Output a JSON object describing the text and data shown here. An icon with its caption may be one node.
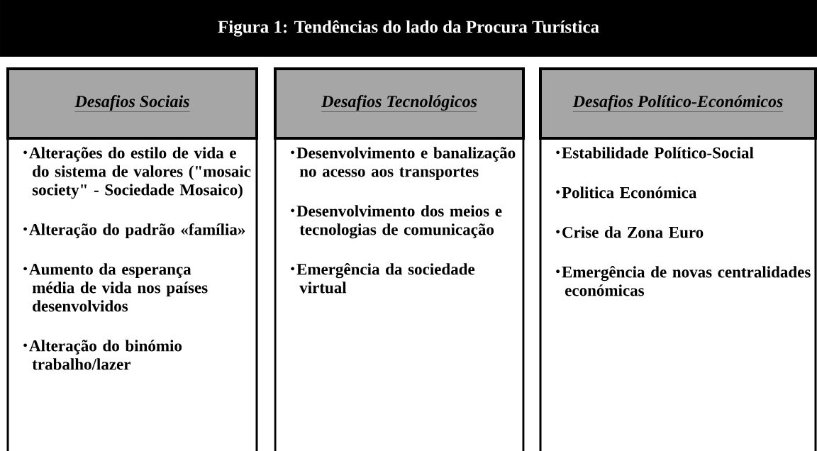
{
  "diagram": {
    "title": "Figura 1: Tendências do lado da Procura Turística",
    "nodes": [
      {
        "text": [
          "Desafios Sociais"
        ]
      },
      {
        "text": [
          "Alterações do estilo de vida e do sistema de valores (\"mosaic society\" - Sociedade Mosaico)",
          "Alteração do padrão «família»",
          "Aumento da esperança média de vida nos países desenvolvidos",
          "Alteração do binómio trabalho/lazer"
        ]
      },
      {
        "text": [
          "Desafios Tecnológicos"
        ]
      },
      {
        "text": [
          "Desenvolvimento e banalização no acesso aos transportes",
          "Desenvolvimento dos meios e tecnologias de comunicação",
          "Emergência da sociedade virtual"
        ]
      },
      {
        "text": [
          "Desafios Político-Económicos"
        ]
      },
      {
        "text": [
          "Estabilidade Político-Social",
          "Politica Económica",
          "Crise da Zona Euro",
          "Emergência de novas centralidades económicas"
        ]
      }
    ]
  }
}
